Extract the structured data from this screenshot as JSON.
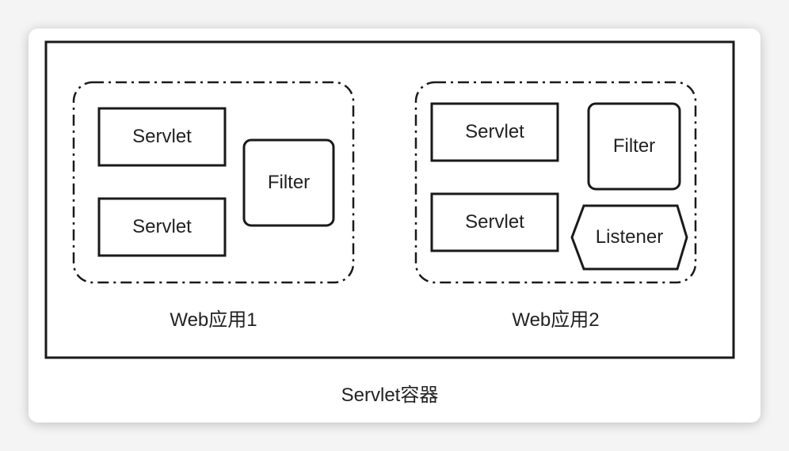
{
  "container": {
    "label": "Servlet容器"
  },
  "apps": [
    {
      "label": "Web应用1",
      "components": [
        {
          "type": "servlet",
          "label": "Servlet"
        },
        {
          "type": "servlet",
          "label": "Servlet"
        },
        {
          "type": "filter",
          "label": "Filter"
        }
      ]
    },
    {
      "label": "Web应用2",
      "components": [
        {
          "type": "servlet",
          "label": "Servlet"
        },
        {
          "type": "servlet",
          "label": "Servlet"
        },
        {
          "type": "filter",
          "label": "Filter"
        },
        {
          "type": "listener",
          "label": "Listener"
        }
      ]
    }
  ]
}
